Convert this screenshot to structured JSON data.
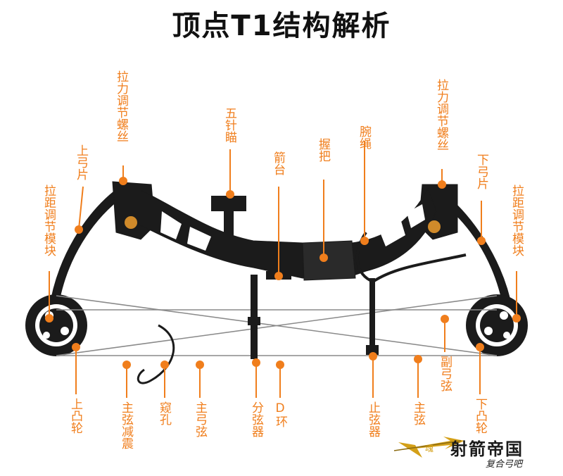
{
  "title": "顶点T1结构解析",
  "colors": {
    "accent": "#f07e1c",
    "bow": "#1b1b1b",
    "string": "#8a8a8a",
    "watermark_gold": "#d4a018"
  },
  "labels": {
    "top_left_tension": "拉力调节螺丝",
    "top_left_limb": "上弓片",
    "left_draw_module": "拉距调节模块",
    "sight": "五针瞄",
    "rest": "箭台",
    "grip": "握把",
    "wrist_sling": "腕绳",
    "top_right_tension": "拉力调节螺丝",
    "bottom_limb": "下弓片",
    "right_draw_module": "拉距调节模块",
    "upper_cam": "上凸轮",
    "string_dampener": "主弦减震",
    "peep": "窥孔",
    "main_string_left": "主弓弦",
    "splitter": "分弦器",
    "d_loop": "D环",
    "string_stop": "止弦器",
    "main_string_right": "主弦",
    "buss_cable": "副弓弦",
    "lower_cam": "下凸轮"
  },
  "watermark": {
    "name": "射箭帝国",
    "sub": "复合弓吧",
    "small": "魂"
  }
}
